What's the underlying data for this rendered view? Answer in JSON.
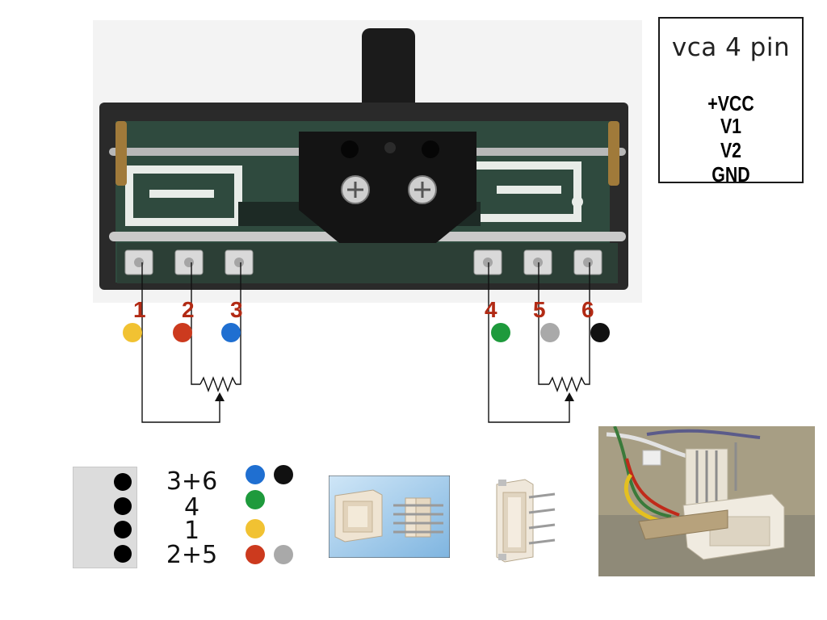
{
  "legend": {
    "title": "vca 4 pin",
    "items": [
      "+VCC",
      "V1",
      "V2",
      "GND"
    ]
  },
  "pins": [
    {
      "label": "1",
      "color": "#f1c232"
    },
    {
      "label": "2",
      "color": "#cc3a1e"
    },
    {
      "label": "3",
      "color": "#1f6fd1"
    },
    {
      "label": "4",
      "color": "#1e9a3c"
    },
    {
      "label": "5",
      "color": "#a9a9a9"
    },
    {
      "label": "6",
      "color": "#111111"
    }
  ],
  "pin_number_color": "#b22a14",
  "mapping": [
    {
      "label": "3+6",
      "colors": [
        "#1f6fd1",
        "#111111"
      ]
    },
    {
      "label": "4",
      "colors": [
        "#1e9a3c"
      ]
    },
    {
      "label": "1",
      "colors": [
        "#f1c232"
      ]
    },
    {
      "label": "2+5",
      "colors": [
        "#cc3a1e",
        "#a9a9a9"
      ]
    }
  ],
  "icons": {
    "fader": "slide-potentiometer-photo",
    "resistor": "potentiometer-symbol",
    "connector": "4-pin-connector",
    "header": "right-angle-header",
    "cable": "cable-connector-photo"
  }
}
